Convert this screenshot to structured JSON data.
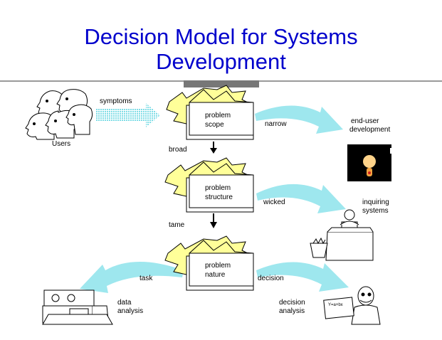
{
  "title": {
    "line1": "Decision Model for Systems",
    "line2": "Development"
  },
  "boxes": [
    {
      "line1": "problem",
      "line2": "scope"
    },
    {
      "line1": "problem",
      "line2": "structure"
    },
    {
      "line1": "problem",
      "line2": "nature"
    }
  ],
  "labels": {
    "symptoms": "symptoms",
    "users": "Users",
    "broad": "broad",
    "tame": "tame",
    "narrow": "narrow",
    "wicked": "wicked",
    "decision": "decision",
    "task": "task"
  },
  "outcomes": {
    "end_user_1": "end-user",
    "end_user_2": "development",
    "inquiring_1": "inquiring",
    "inquiring_2": "systems",
    "data_1": "data",
    "data_2": "analysis",
    "decision_1": "decision",
    "decision_2": "analysis",
    "screen_text": "Y=a+bx"
  },
  "colors": {
    "title": "#0000cc",
    "box_fill": "#ffff99",
    "arrow_fill": "#9ee7ee"
  }
}
